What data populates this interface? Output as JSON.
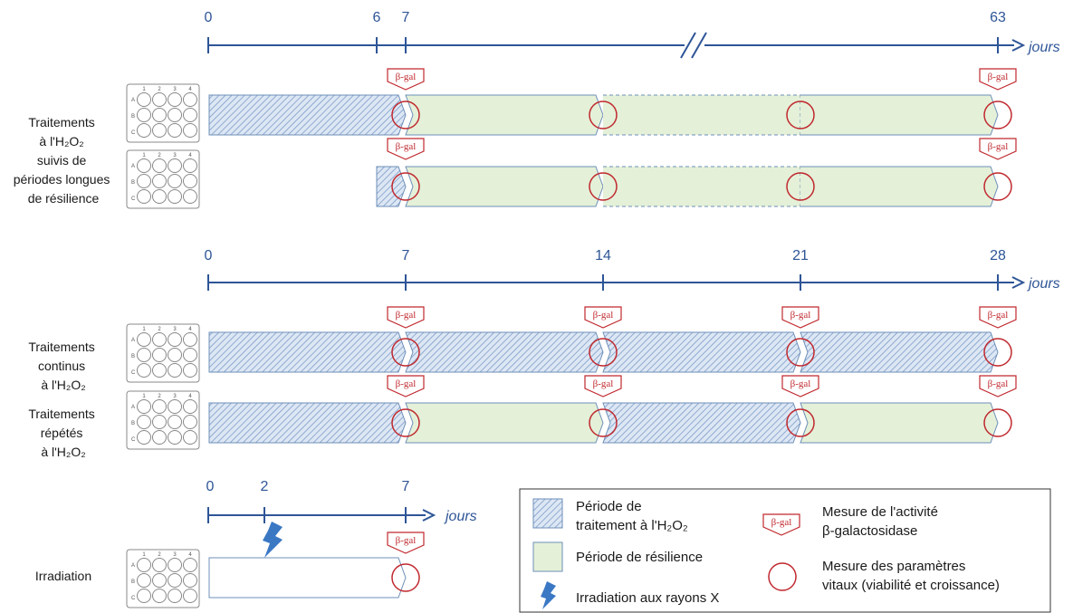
{
  "timeline_top": {
    "unit": "jours",
    "ticks": [
      {
        "value": 0,
        "label": "0"
      },
      {
        "value": 6,
        "label": "6"
      },
      {
        "value": 7,
        "label": "7"
      },
      {
        "value": 63,
        "label": "63"
      }
    ],
    "has_break": true
  },
  "timeline_middle": {
    "unit": "jours",
    "ticks": [
      {
        "value": 0,
        "label": "0"
      },
      {
        "value": 7,
        "label": "7"
      },
      {
        "value": 14,
        "label": "14"
      },
      {
        "value": 21,
        "label": "21"
      },
      {
        "value": 28,
        "label": "28"
      }
    ]
  },
  "timeline_bottom": {
    "unit": "jours",
    "ticks": [
      {
        "value": 0,
        "label": "0"
      },
      {
        "value": 2,
        "label": "2"
      },
      {
        "value": 7,
        "label": "7"
      }
    ]
  },
  "groups": [
    {
      "id": "long-resilience",
      "label_lines": [
        "Traitements",
        "à l'H₂O₂",
        "suivis de",
        "périodes longues",
        "de résilience"
      ]
    },
    {
      "id": "continuous",
      "label_lines": [
        "Traitements",
        "continus",
        "à l'H₂O₂"
      ]
    },
    {
      "id": "repeated",
      "label_lines": [
        "Traitements",
        "répétés",
        "à l'H₂O₂"
      ]
    },
    {
      "id": "irradiation",
      "label_lines": [
        "Irradiation"
      ]
    }
  ],
  "plate": {
    "columns": [
      "1",
      "2",
      "3",
      "4"
    ],
    "rows": [
      "A",
      "B",
      "C"
    ]
  },
  "bgal_label": "β-gal",
  "legend": {
    "treatment_period": [
      "Période de",
      "traitement à l'H₂O₂"
    ],
    "resilience_period": "Période de résilience",
    "irradiation": "Irradiation aux rayons X",
    "bgal_measure": [
      "Mesure de l'activité",
      "β-galactosidase"
    ],
    "vital_measure": [
      "Mesure des paramètres",
      "vitaux (viabilité et croissance)"
    ]
  },
  "colors": {
    "axis": "#2e5597",
    "treatment_fill": "#dde7f4",
    "treatment_hatch": "#7c9cc8",
    "resilience_fill": "#e4f0d8",
    "bar_stroke": "#6d8fb8",
    "measure_red": "#c0282e",
    "irradiation_bolt": "#3b78c4"
  }
}
